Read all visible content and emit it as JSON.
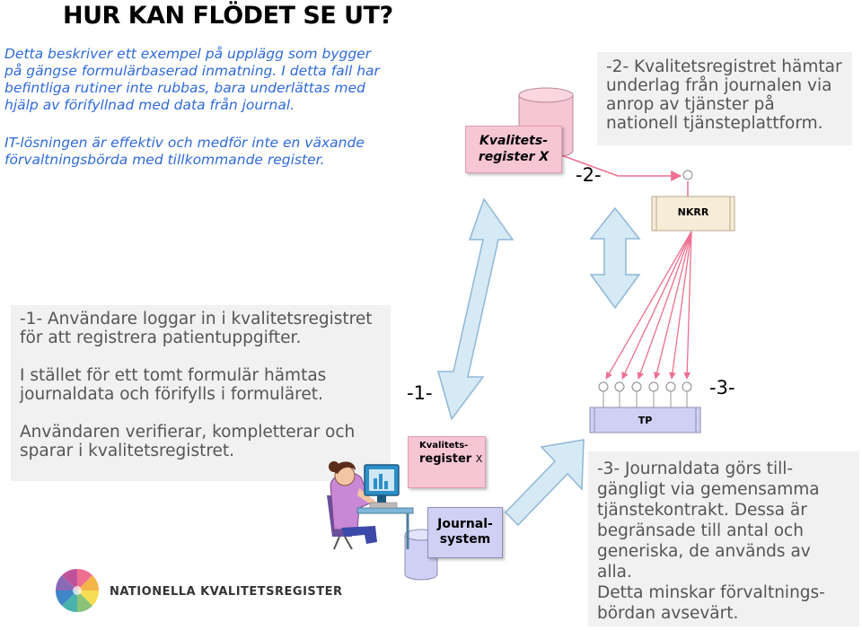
{
  "title": "HUR KAN FLÖDET SE UT?",
  "intro": {
    "p1": [
      "Detta beskriver ett exempel på upplägg som bygger",
      "på gängse formulärbaserad inmatning. I detta fall har",
      "befintliga rutiner inte rubbas, bara underlättas med",
      "hjälp av förifyllnad med data från journal."
    ],
    "p2": [
      "IT-lösningen är effektiv och medför inte en växande",
      "förvaltningsbörda med tillkommande register."
    ]
  },
  "step1": {
    "lines": [
      "-1- Användare loggar in i kvalitetsregistret",
      "för att registrera patientuppgifter.",
      "",
      "I stället för ett tomt formulär hämtas",
      "journaldata och förifylls i formuläret.",
      "",
      "Användaren verifierar, kompletterar och",
      "sparar i kvalitetsregistret."
    ],
    "label": "-1-"
  },
  "step2": {
    "lines": [
      "-2- Kvalitetsregistret hämtar",
      "underlag från journalen via",
      "anrop av tjänster på",
      "nationell tjänsteplattform."
    ],
    "label": "-2-"
  },
  "step3": {
    "lines": [
      "-3- Journaldata görs till-",
      "gängligt via gemensamma",
      "tjänstekontrakt. Dessa är",
      "begränsade till antal och",
      "generiska, de används av",
      "alla.",
      "Detta minskar förvaltnings-",
      "bördan avsevärt."
    ],
    "label": "-3-"
  },
  "register_top": {
    "line1": "Kvalitets-",
    "line2": "register X"
  },
  "register_bottom": {
    "line1": "Kvalitets-",
    "line2": "register",
    "suffix": "X"
  },
  "journal": {
    "line1": "Journal-",
    "line2": "system"
  },
  "nkrr": "NKRR",
  "tp": "TP",
  "logo": "NATIONELLA KVALITETSREGISTER",
  "colors": {
    "pink": "#f6c6d4",
    "lavender": "#cfd0f3",
    "arrow_blue": "#d6eaf5",
    "arrow_stroke": "#8fb7d6",
    "link": "#ee6f8e",
    "intro_blue": "#2f6ad8",
    "nkrr_fill": "#f7ecd8"
  }
}
